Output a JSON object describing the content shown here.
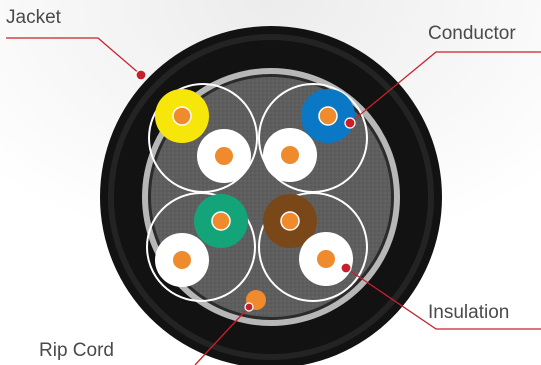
{
  "labels": {
    "jacket": "Jacket",
    "conductor": "Conductor",
    "insulation": "Insulation",
    "rip_cord": "Rip Cord"
  },
  "colors": {
    "jacket": "#121212",
    "shield": "#b7b7b7",
    "core_fill": "#5e5e5e",
    "pair_outline": "#ffffff",
    "conductor": "#ef8a2d",
    "callout": "#c8202a",
    "label_text": "#4a4a4a",
    "wire_yellow": "#f6e60a",
    "wire_blue": "#0b78c6",
    "wire_green": "#13a47a",
    "wire_brown": "#7a4718",
    "wire_white": "#ffffff"
  },
  "pairs": [
    {
      "name": "yellow-white",
      "colored": "wire_yellow"
    },
    {
      "name": "blue-white",
      "colored": "wire_blue"
    },
    {
      "name": "green-white",
      "colored": "wire_green"
    },
    {
      "name": "brown-white",
      "colored": "wire_brown"
    }
  ]
}
